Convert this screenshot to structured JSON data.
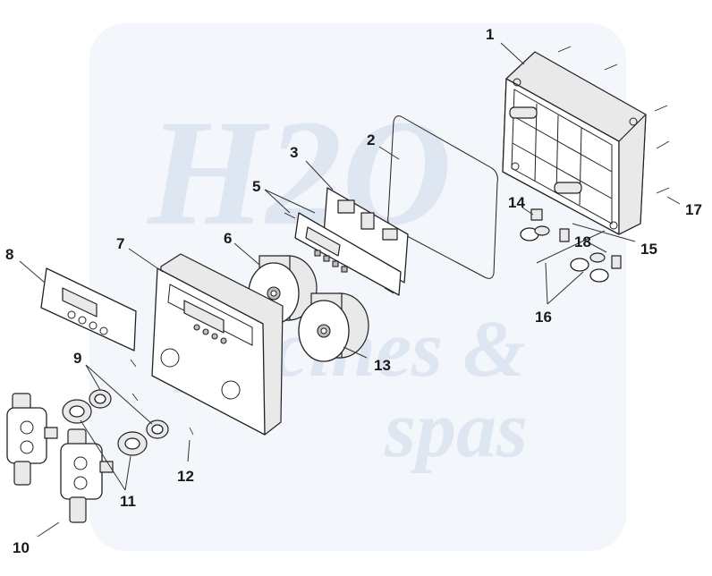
{
  "watermark": {
    "logo_text": "H2O",
    "line1": "piscines &",
    "line2": "spas",
    "color": "#dde6f1"
  },
  "callouts": [
    {
      "id": "1",
      "label": "1"
    },
    {
      "id": "2",
      "label": "2"
    },
    {
      "id": "3",
      "label": "3"
    },
    {
      "id": "5",
      "label": "5"
    },
    {
      "id": "6",
      "label": "6"
    },
    {
      "id": "7",
      "label": "7"
    },
    {
      "id": "8",
      "label": "8"
    },
    {
      "id": "9",
      "label": "9"
    },
    {
      "id": "10",
      "label": "10"
    },
    {
      "id": "11",
      "label": "11"
    },
    {
      "id": "12",
      "label": "12"
    },
    {
      "id": "13",
      "label": "13"
    },
    {
      "id": "14",
      "label": "14"
    },
    {
      "id": "15",
      "label": "15"
    },
    {
      "id": "16",
      "label": "16"
    },
    {
      "id": "17",
      "label": "17"
    },
    {
      "id": "18",
      "label": "18"
    }
  ]
}
